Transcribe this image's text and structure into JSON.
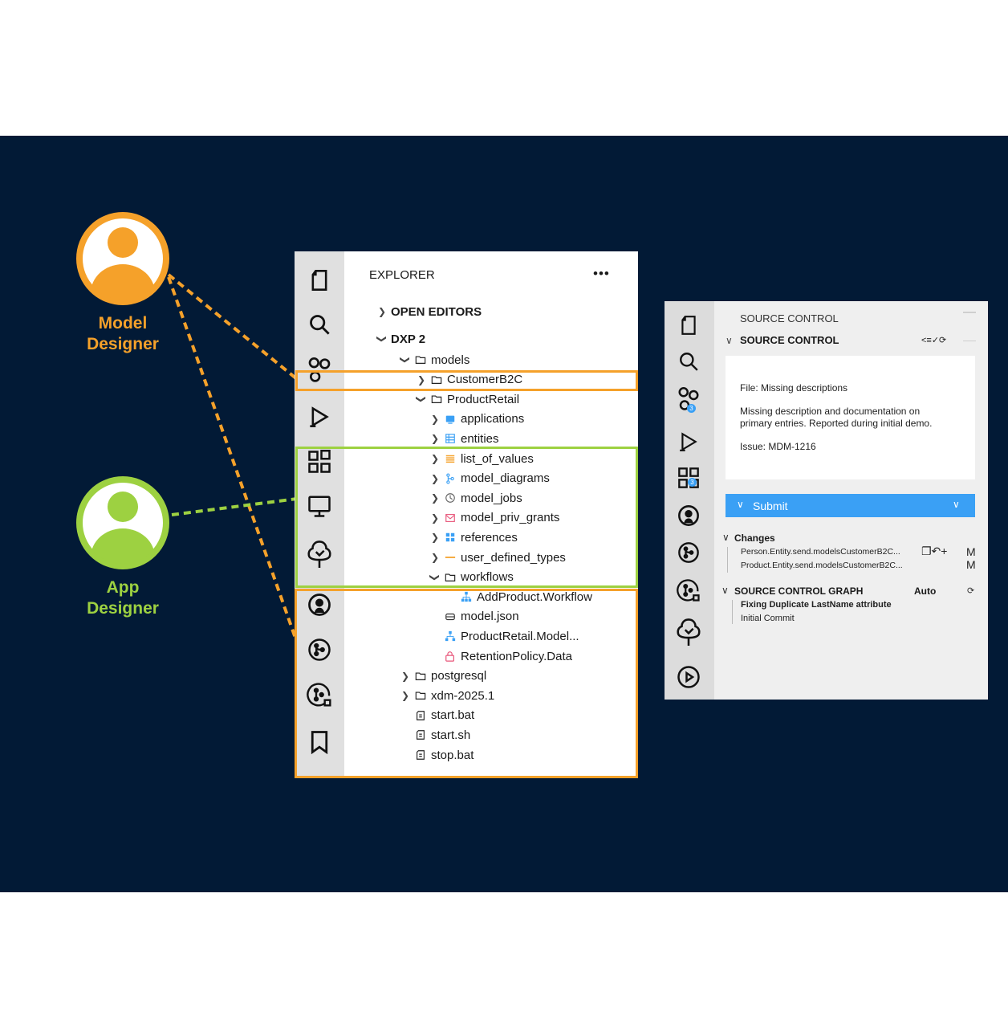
{
  "colors": {
    "background": "#021a36",
    "model_designer": "#f5a12a",
    "app_designer": "#9dd141",
    "submit": "#3aa0f5"
  },
  "personas": {
    "model_designer": {
      "label_line1": "Model",
      "label_line2": "Designer",
      "icon": "user-avatar-icon"
    },
    "app_designer": {
      "label_line1": "App",
      "label_line2": "Designer",
      "icon": "user-avatar-icon"
    }
  },
  "explorer": {
    "title": "EXPLORER",
    "more": "•••",
    "open_editors": "OPEN EDITORS",
    "project": "DXP 2",
    "activity_icons": [
      "file-icon",
      "search-icon",
      "model-icon",
      "run-icon",
      "apps-grid-icon",
      "monitor-icon",
      "tree-icon",
      "github-icon",
      "git-branch-icon",
      "git-graph-icon",
      "bookmark-icon"
    ],
    "tree": [
      {
        "label": "models",
        "icon": "folder-icon"
      },
      {
        "label": "CustomerB2C",
        "icon": "folder-icon"
      },
      {
        "label": "ProductRetail",
        "icon": "folder-icon"
      },
      {
        "label": "applications",
        "icon": "application-icon"
      },
      {
        "label": "entities",
        "icon": "entities-icon"
      },
      {
        "label": "list_of_values",
        "icon": "list-icon"
      },
      {
        "label": "model_diagrams",
        "icon": "diagram-icon"
      },
      {
        "label": "model_jobs",
        "icon": "clock-icon"
      },
      {
        "label": "model_priv_grants",
        "icon": "grant-icon"
      },
      {
        "label": "references",
        "icon": "references-icon"
      },
      {
        "label": "user_defined_types",
        "icon": "dash-icon"
      },
      {
        "label": "workflows",
        "icon": "folder-icon"
      },
      {
        "label": "AddProduct.Workflow",
        "icon": "workflow-icon"
      },
      {
        "label": "model.json",
        "icon": "database-icon"
      },
      {
        "label": "ProductRetail.Model...",
        "icon": "model-file-icon"
      },
      {
        "label": "RetentionPolicy.Data",
        "icon": "lock-icon"
      },
      {
        "label": "postgresql",
        "icon": "folder-icon"
      },
      {
        "label": "xdm-2025.1",
        "icon": "folder-icon"
      },
      {
        "label": "start.bat",
        "icon": "file-icon"
      },
      {
        "label": "start.sh",
        "icon": "file-icon"
      },
      {
        "label": "stop.bat",
        "icon": "file-icon"
      }
    ]
  },
  "source_control": {
    "title": "SOURCE CONTROL",
    "section": "SOURCE CONTROL",
    "toolbar_glyphs": "<≡✓⟳",
    "badge_count": "3",
    "message": {
      "line1": "File: Missing descriptions",
      "line2": "Missing description and documentation on",
      "line3": "primary entries. Reported during initial demo.",
      "line4": "Issue: MDM-1216"
    },
    "submit_label": "Submit",
    "changes_title": "Changes",
    "changes": [
      {
        "file": "Person.Entity.send.modelsCustomerB2C...",
        "status": "M"
      },
      {
        "file": "Product.Entity.send.modelsCustomerB2C...",
        "status": "M"
      }
    ],
    "graph_title": "SOURCE CONTROL GRAPH",
    "graph_mode": "Auto",
    "commits": [
      "Fixing Duplicate LastName attribute",
      "Initial Commit"
    ]
  }
}
